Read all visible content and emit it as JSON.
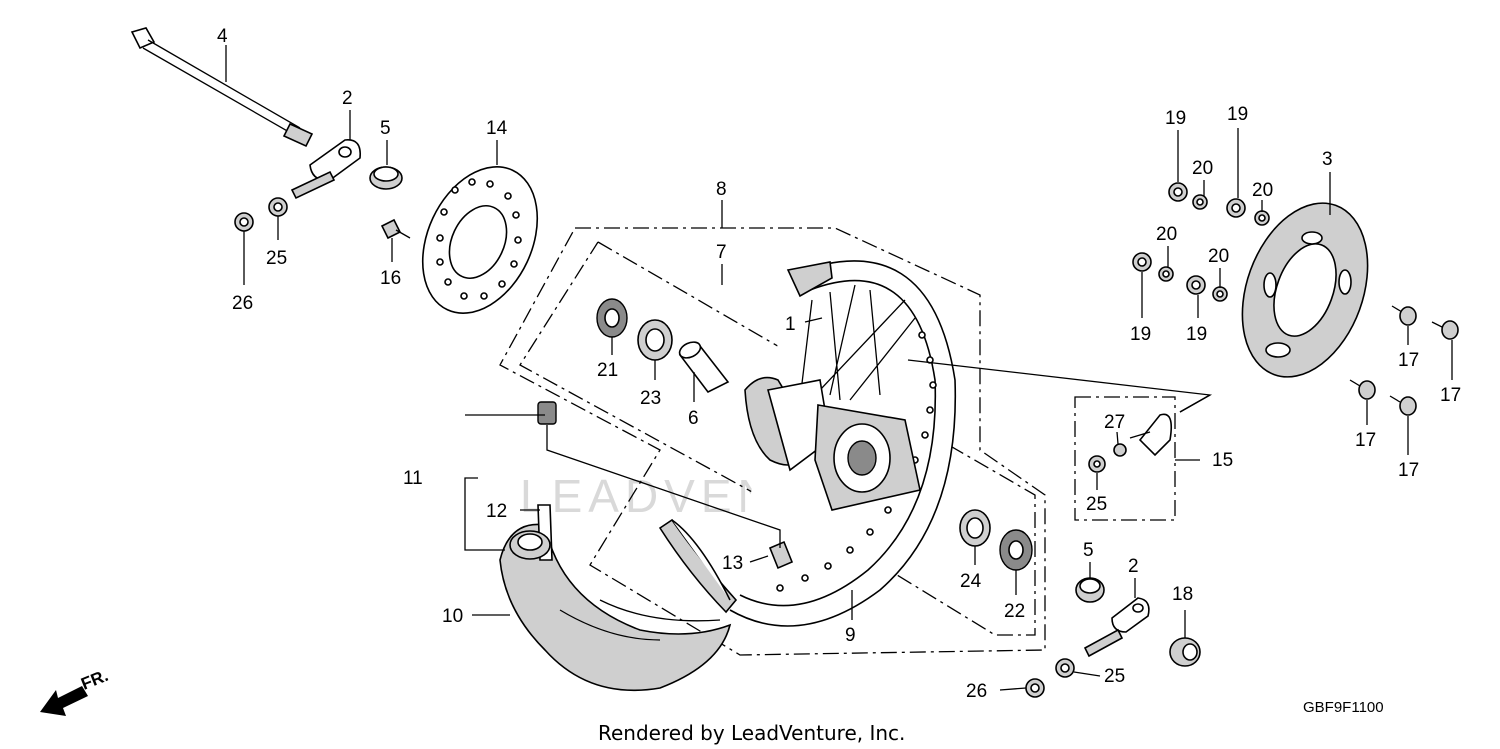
{
  "diagram": {
    "callouts": {
      "c1": "1",
      "c2a": "2",
      "c2b": "2",
      "c3": "3",
      "c4": "4",
      "c5a": "5",
      "c5b": "5",
      "c6": "6",
      "c7": "7",
      "c8": "8",
      "c9": "9",
      "c10": "10",
      "c11": "11",
      "c12": "12",
      "c13": "13",
      "c14": "14",
      "c15": "15",
      "c16": "16",
      "c17a": "17",
      "c17b": "17",
      "c17c": "17",
      "c17d": "17",
      "c18": "18",
      "c19a": "19",
      "c19b": "19",
      "c19c": "19",
      "c19d": "19",
      "c20a": "20",
      "c20b": "20",
      "c20c": "20",
      "c20d": "20",
      "c21": "21",
      "c22": "22",
      "c23": "23",
      "c24": "24",
      "c25a": "25",
      "c25b": "25",
      "c25c": "25",
      "c26a": "26",
      "c26b": "26",
      "c27": "27"
    },
    "front_indicator": "FR.",
    "diagram_code": "GBF9F1100",
    "watermark": "LEADVENTURE",
    "footer": "Rendered by LeadVenture, Inc."
  }
}
